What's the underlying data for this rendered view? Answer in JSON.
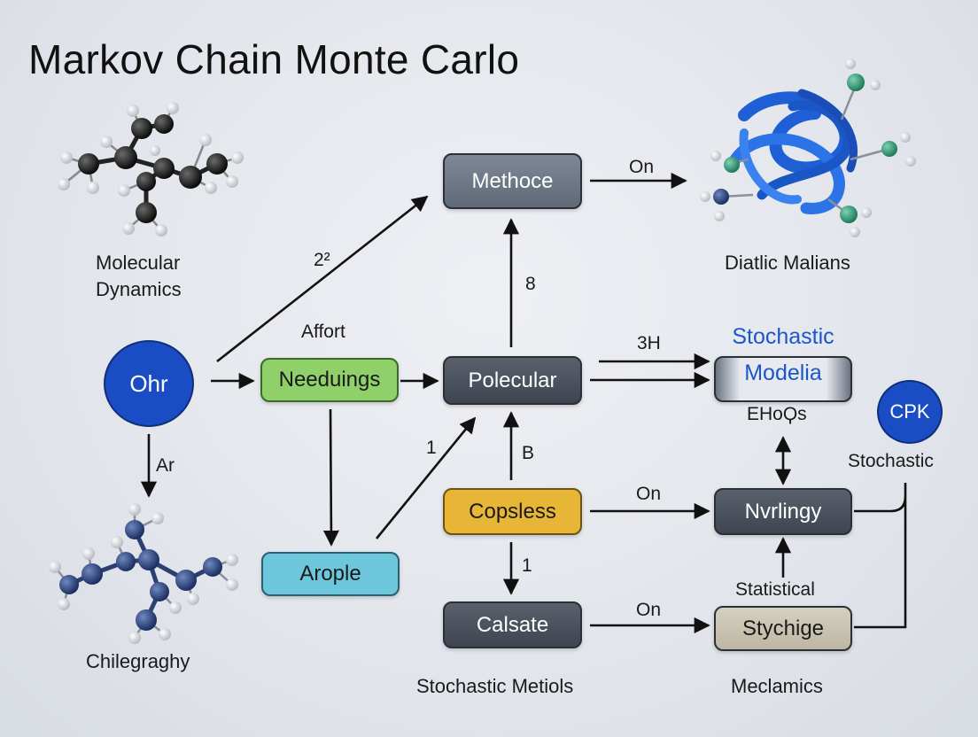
{
  "title": "Markov Chain Monte Carlo",
  "molecules": {
    "top_left_label_line1": "Molecular",
    "top_left_label_line2": "Dynamics",
    "bottom_left_label": "Chilegraghy",
    "top_right_label": "Diatlic Malians"
  },
  "nodes": {
    "ohr": "Ohr",
    "needuings": "Needuings",
    "arople": "Arople",
    "methoce": "Methoce",
    "polecular": "Polecular",
    "copsless": "Copsless",
    "calsate": "Calsate",
    "stochastic_modelia_line1": "Stochastic",
    "stochastic_modelia_line2": "Modelia",
    "nvrlingy": "Nvrlingy",
    "stychige": "Stychige",
    "cpk": "CPK"
  },
  "edge_labels": {
    "two_squared": "2²",
    "affort": "Affort",
    "ar": "Ar",
    "eight": "8",
    "on_top": "On",
    "three_h": "3H",
    "one_diag": "1",
    "b": "B",
    "on_mid": "On",
    "one_down": "1",
    "on_bottom": "On",
    "ehoqs": "EHoϘs",
    "statistical": "Statistical",
    "stochastic_right": "Stochastic"
  },
  "bottom_labels": {
    "stochastic_metiols": "Stochastic Metiols",
    "meclamics": "Meclamics"
  },
  "colors": {
    "accent_blue": "#1a4cc4",
    "green": "#8fd06a",
    "cyan": "#6cc6dc",
    "gold": "#e7b636",
    "beige": "#c9c2b0",
    "gray": "#6b7481",
    "dark": "#4a515c"
  }
}
